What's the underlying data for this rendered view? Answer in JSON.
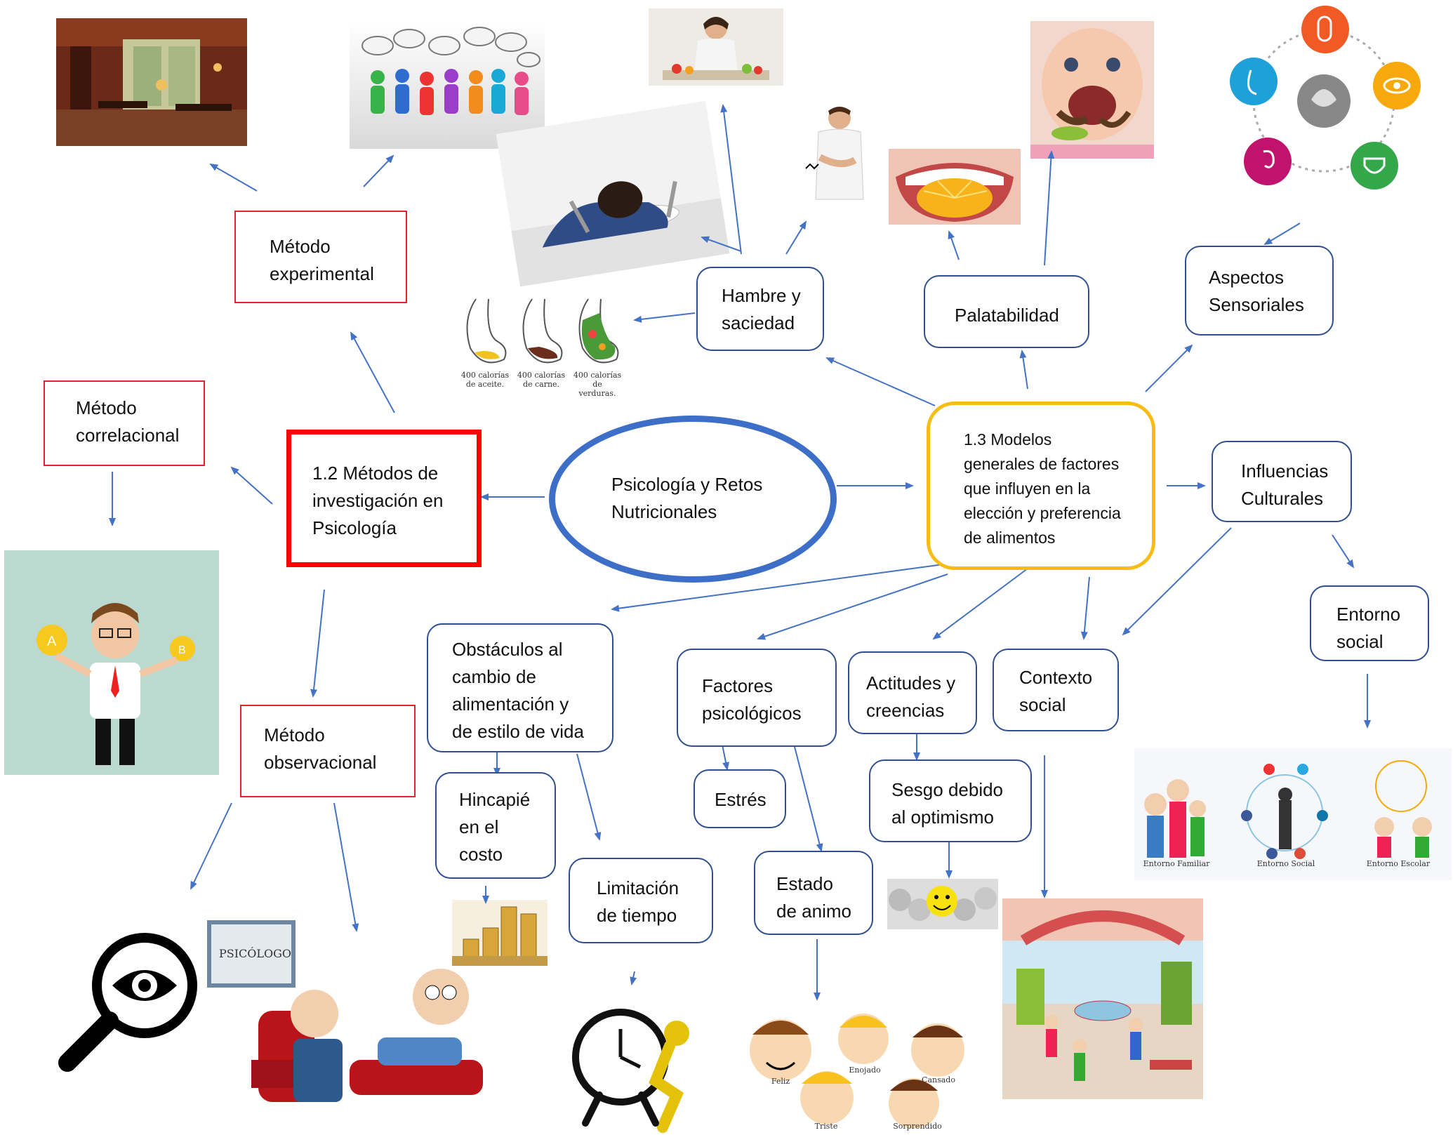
{
  "center": {
    "line1": "Psicología y Retos",
    "line2": "Nutricionales"
  },
  "methods": {
    "hub": {
      "line1": "1.2 Métodos de",
      "line2": "investigación en",
      "line3": "Psicología"
    },
    "experimental": {
      "line1": "Método",
      "line2": "experimental"
    },
    "correlational": {
      "line1": "Método",
      "line2": "correlacional"
    },
    "observational": {
      "line1": "Método",
      "line2": "observacional"
    }
  },
  "models": {
    "hub": {
      "line1": "1.3 Modelos",
      "line2": "generales de factores",
      "line3": "que influyen en la",
      "line4": "elección y preferencia",
      "line5": "de alimentos"
    },
    "hunger": {
      "line1": "Hambre y",
      "line2": "saciedad"
    },
    "palatability": {
      "line1": "Palatabilidad"
    },
    "sensory": {
      "line1": "Aspectos",
      "line2": "Sensoriales"
    },
    "cultural": {
      "line1": "Influencias",
      "line2": "Culturales"
    },
    "social_env": {
      "line1": "Entorno",
      "line2": "social"
    },
    "obstacles": {
      "line1": "Obstáculos al",
      "line2": "cambio de",
      "line3": "alimentación y",
      "line4": "de estilo de vida"
    },
    "cost": {
      "line1": "Hincapié",
      "line2": "en el",
      "line3": "costo"
    },
    "time": {
      "line1": "Limitación",
      "line2": "de tiempo"
    },
    "psych": {
      "line1": "Factores",
      "line2": "psicológicos"
    },
    "stress": {
      "line1": "Estrés"
    },
    "mood": {
      "line1": "Estado",
      "line2": "de animo"
    },
    "attitudes": {
      "line1": "Actitudes y",
      "line2": "creencias"
    },
    "bias": {
      "line1": "Sesgo debido",
      "line2": "al optimismo"
    },
    "social_ctx": {
      "line1": "Contexto",
      "line2": "social"
    }
  },
  "image_captions": {
    "stomach": [
      "400 calorías de aceite.",
      "400 calorías de carne.",
      "400 calorías de verduras."
    ],
    "environments": [
      "Entorno Familiar",
      "Entorno Social",
      "Entorno Escolar"
    ],
    "emotions": [
      "Enojado",
      "Feliz",
      "Cansado",
      "Triste",
      "Sorprendido"
    ],
    "certificate": "PSICÓLOGO"
  },
  "colors": {
    "arrow": "#4472c4",
    "blue_border": "#2f4f8f",
    "red_border": "#e0262c",
    "yellow_border": "#f7bd16",
    "oval": "#3d6fc8"
  }
}
